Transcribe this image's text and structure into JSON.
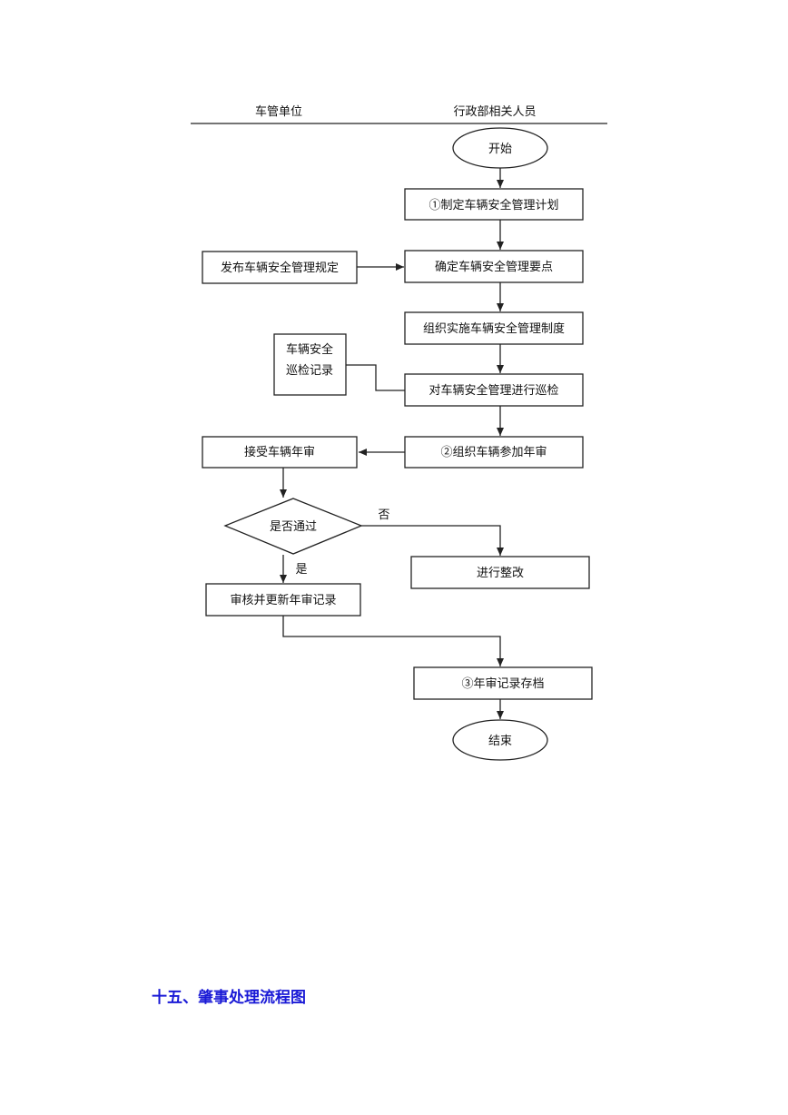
{
  "diagram": {
    "columns": {
      "left": "车管单位",
      "right": "行政部相关人员"
    },
    "nodes": {
      "start": "开始",
      "plan": "①制定车辆安全管理计划",
      "publish": "发布车辆安全管理规定",
      "points": "确定车辆安全管理要点",
      "implement": "组织实施车辆安全管理制度",
      "record_line1": "车辆安全",
      "record_line2": "巡检记录",
      "inspect": "对车辆安全管理进行巡检",
      "accept": "接受车辆年审",
      "organize": "②组织车辆参加年审",
      "decision": "是否通过",
      "fix": "进行整改",
      "review": "审核并更新年审记录",
      "archive": "③年审记录存档",
      "end": "结束"
    },
    "edge_labels": {
      "no": "否",
      "yes": "是"
    }
  },
  "section_heading": "十五、肇事处理流程图"
}
